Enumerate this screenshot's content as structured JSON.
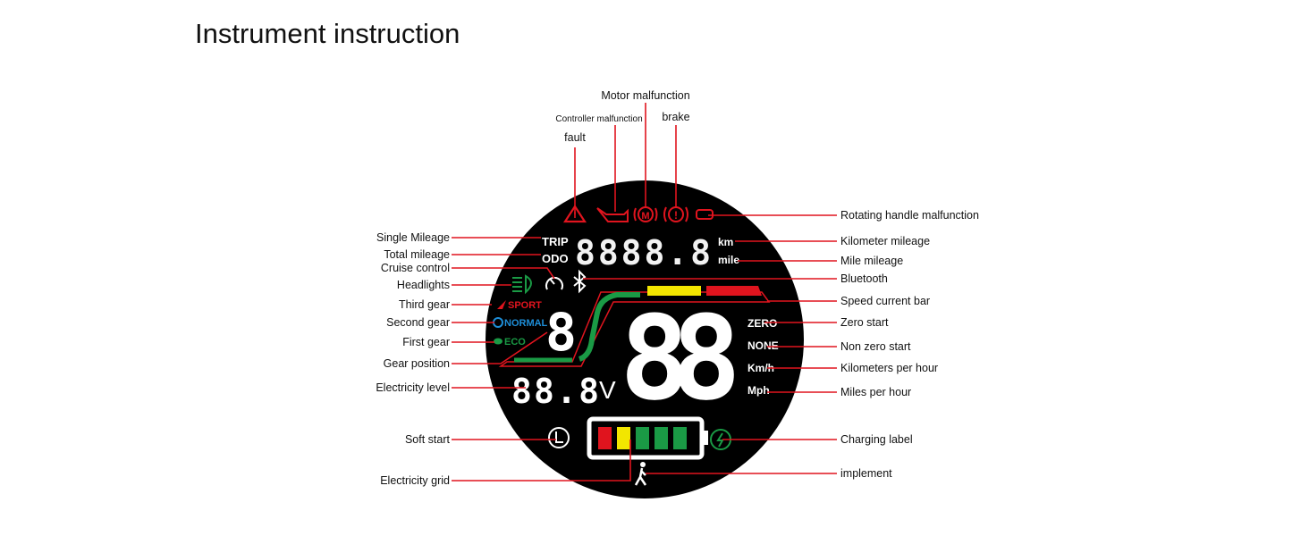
{
  "title": "Instrument instruction",
  "colors": {
    "line": "#e0141e",
    "dial": "#000000",
    "green": "#1a9a45",
    "yellow": "#f2e600",
    "red": "#e0141e",
    "blue": "#1e8ed8"
  },
  "top_labels": [
    {
      "text": "fault"
    },
    {
      "text": "Controller malfunction"
    },
    {
      "text": "Motor malfunction"
    },
    {
      "text": "brake"
    }
  ],
  "left_labels": [
    {
      "text": "Single Mileage"
    },
    {
      "text": "Total mileage"
    },
    {
      "text": "Cruise control"
    },
    {
      "text": "Headlights"
    },
    {
      "text": "Third gear"
    },
    {
      "text": "Second gear"
    },
    {
      "text": "First gear"
    },
    {
      "text": "Gear position"
    },
    {
      "text": "Electricity level"
    },
    {
      "text": "Soft start"
    },
    {
      "text": "Electricity grid"
    }
  ],
  "right_labels": [
    {
      "text": "Rotating handle malfunction"
    },
    {
      "text": "Kilometer mileage"
    },
    {
      "text": "Mile mileage"
    },
    {
      "text": "Bluetooth"
    },
    {
      "text": "Speed current bar"
    },
    {
      "text": "Zero start"
    },
    {
      "text": "Non zero start"
    },
    {
      "text": "Kilometers per hour"
    },
    {
      "text": "Miles per hour"
    },
    {
      "text": "Charging label"
    },
    {
      "text": "implement"
    }
  ],
  "dial": {
    "trip": "TRIP",
    "odo": "ODO",
    "mileage_digits": "8888.8",
    "km": "km",
    "mile": "mile",
    "sport": "SPORT",
    "normal": "NORMAL",
    "eco": "ECO",
    "gear_digit": "8",
    "speed_digits": "88",
    "voltage_digits": "88.8",
    "volt_unit": "V",
    "zero": "ZERO",
    "none": "NONE",
    "kmh": "Km/h",
    "mph": "Mph",
    "motor_icon_letter": "M",
    "brake_icon_mark": "!",
    "battery_bars": [
      "red",
      "yellow",
      "green",
      "green",
      "green"
    ]
  }
}
